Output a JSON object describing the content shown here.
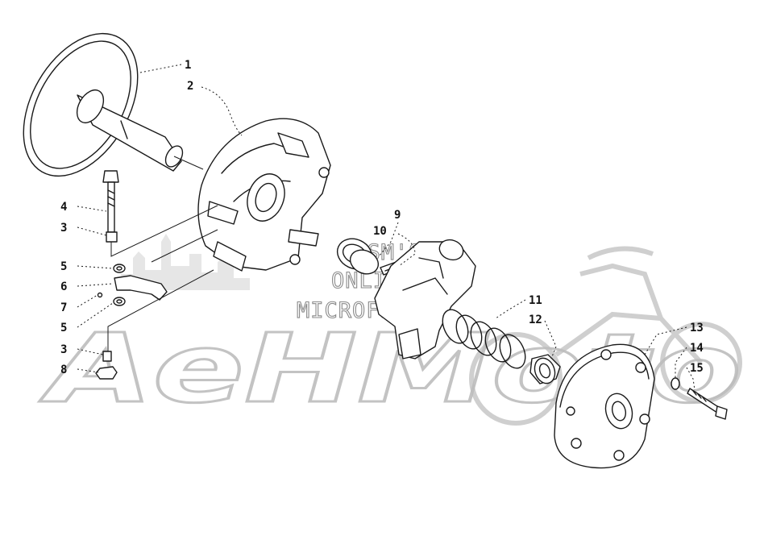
{
  "diagram": {
    "type": "exploded-parts-diagram",
    "callouts": [
      {
        "id": "c1",
        "label": "1"
      },
      {
        "id": "c2",
        "label": "2"
      },
      {
        "id": "c4",
        "label": "4"
      },
      {
        "id": "c3a",
        "label": "3"
      },
      {
        "id": "c5a",
        "label": "5"
      },
      {
        "id": "c6",
        "label": "6"
      },
      {
        "id": "c7",
        "label": "7"
      },
      {
        "id": "c5b",
        "label": "5"
      },
      {
        "id": "c3b",
        "label": "3"
      },
      {
        "id": "c8",
        "label": "8"
      },
      {
        "id": "c9",
        "label": "9"
      },
      {
        "id": "c10",
        "label": "10"
      },
      {
        "id": "c11",
        "label": "11"
      },
      {
        "id": "c12",
        "label": "12"
      },
      {
        "id": "c13",
        "label": "13"
      },
      {
        "id": "c14",
        "label": "14"
      },
      {
        "id": "c15",
        "label": "15"
      }
    ]
  },
  "watermark": {
    "brand": "AeHMoto",
    "lines": [
      "HISM'S",
      "ONLINE",
      "MICROFICHE"
    ],
    "color": "#bdbdbd"
  }
}
